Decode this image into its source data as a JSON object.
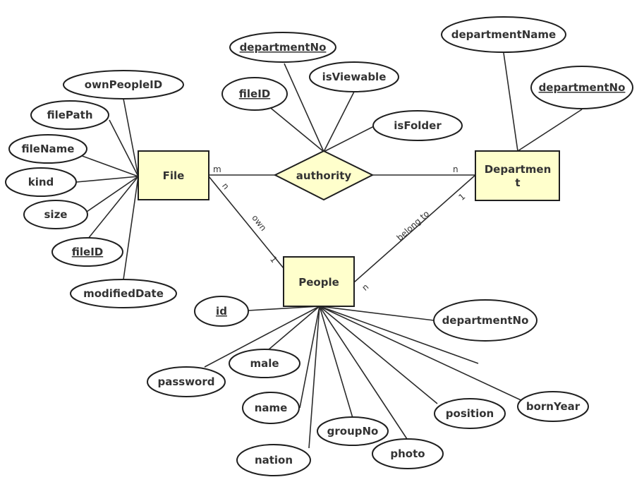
{
  "entities": {
    "file": "File",
    "department_line1": "Departmen",
    "department_line2": "t",
    "people": "People"
  },
  "relationships": {
    "authority": "authority"
  },
  "attributes": {
    "file_ownPeopleID": "ownPeopleID",
    "file_filePath": "filePath",
    "file_fileName": "fileName",
    "file_kind": "kind",
    "file_size": "size",
    "file_fileID": "fileID",
    "file_modifiedDate": "modifiedDate",
    "auth_departmentNo": "departmentNo",
    "auth_fileID": "fileID",
    "auth_isViewable": "isViewable",
    "auth_isFolder": "isFolder",
    "dept_departmentName": "departmentName",
    "dept_departmentNo": "departmentNo",
    "people_id": "id",
    "people_departmentNo": "departmentNo",
    "people_male": "male",
    "people_password": "password",
    "people_name": "name",
    "people_groupNo": "groupNo",
    "people_nation": "nation",
    "people_photo": "photo",
    "people_position": "position",
    "people_bornYear": "bornYear"
  },
  "cardinalities": {
    "file_authority": "m",
    "authority_department": "n",
    "file_own": "n",
    "own_people": "1",
    "department_belong": "1",
    "belong_people": "n"
  },
  "relationship_labels": {
    "own": "own",
    "belong_to": "belong to"
  },
  "key_attributes": [
    "file_fileID",
    "auth_departmentNo",
    "auth_fileID",
    "dept_departmentNo",
    "people_id"
  ],
  "colors": {
    "entity_fill": "#ffffcc",
    "stroke": "#1f1f1f",
    "text": "#333333",
    "background": "#ffffff"
  }
}
